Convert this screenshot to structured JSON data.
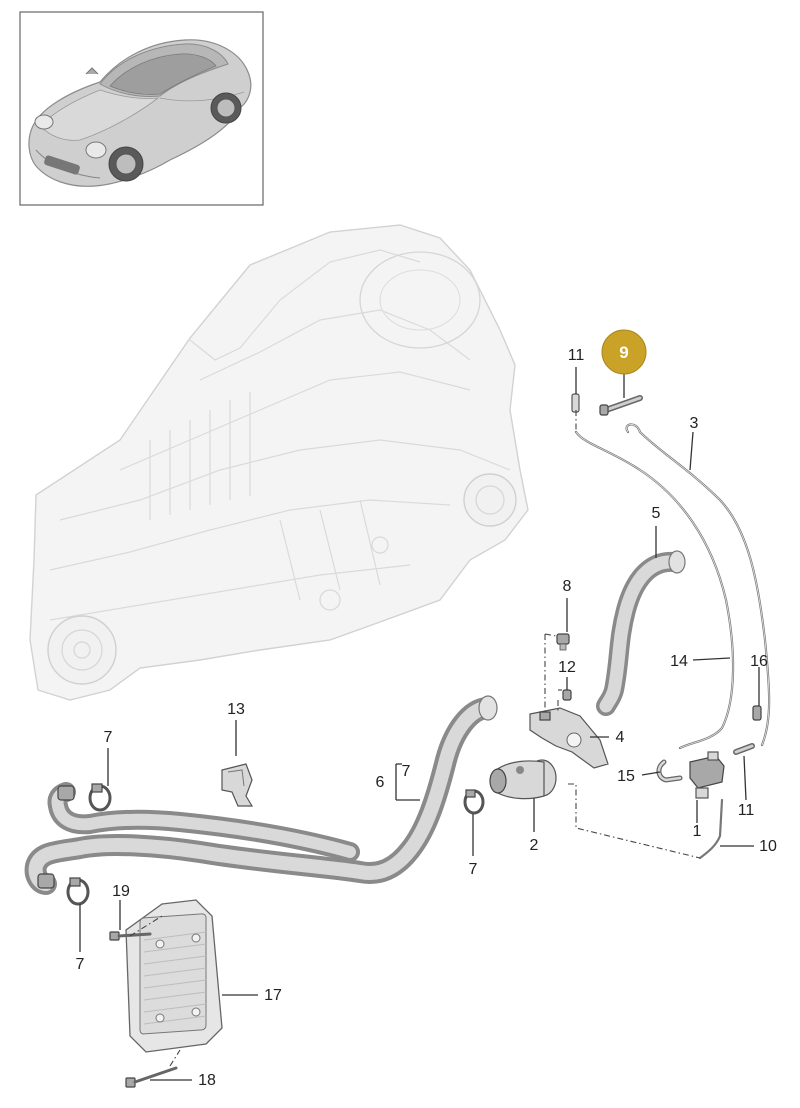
{
  "diagram": {
    "highlighted_part": "9",
    "callouts": {
      "c1": "1",
      "c2": "2",
      "c3": "3",
      "c4": "4",
      "c5": "5",
      "c6": "6",
      "c7_bracket": "7",
      "c7_a": "7",
      "c7_b": "7",
      "c7_c": "7",
      "c8": "8",
      "c9": "9",
      "c10": "10",
      "c11_top": "11",
      "c11_bottom": "11",
      "c12": "12",
      "c13": "13",
      "c14": "14",
      "c15": "15",
      "c16": "16",
      "c17": "17",
      "c18": "18",
      "c19": "19"
    },
    "colors": {
      "badge": "#c9a227",
      "ghost_fill": "#f4f4f4",
      "hose": "#8a8a8a"
    }
  }
}
